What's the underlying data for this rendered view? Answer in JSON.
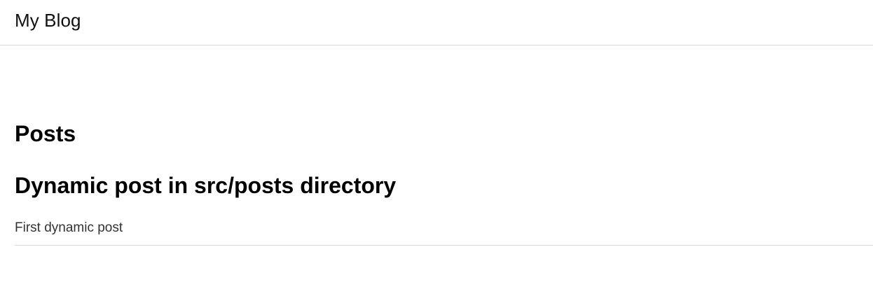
{
  "header": {
    "site_title": "My Blog"
  },
  "main": {
    "heading": "Posts",
    "posts": [
      {
        "title": "Dynamic post in src/posts directory",
        "excerpt": "First dynamic post"
      }
    ]
  },
  "colors": {
    "background": "#ffffff",
    "text": "#000000",
    "divider": "#d9d9d9"
  }
}
